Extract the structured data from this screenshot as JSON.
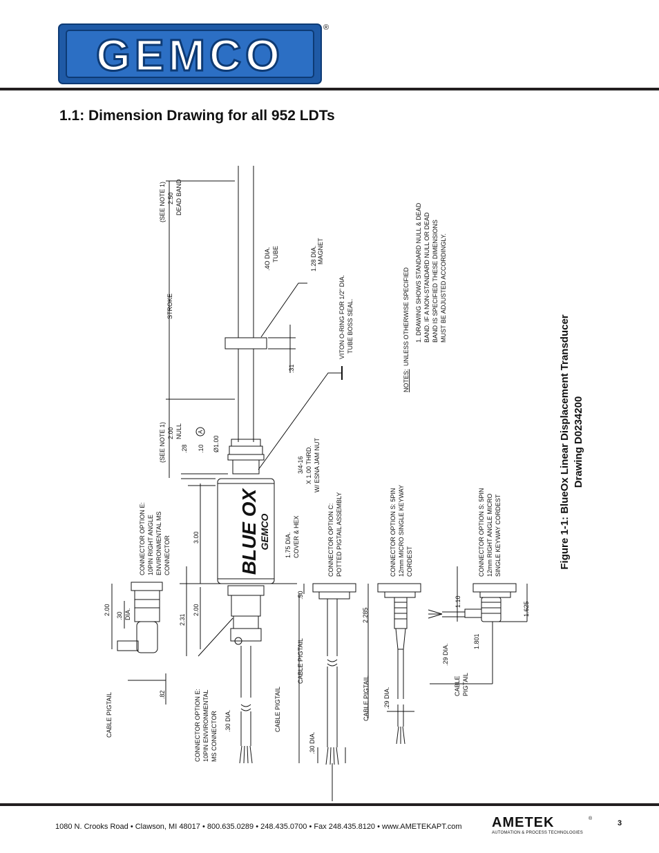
{
  "header": {
    "logo_text": "GEMCO",
    "registered_mark": "®"
  },
  "section_title": "1.1: Dimension Drawing for all 952 LDTs",
  "figure": {
    "caption_line1": "Figure 1-1: BlueOx Linear Displacement Transducer",
    "caption_line2": "Drawing D0234200"
  },
  "drawing": {
    "see_note_top": "(SEE NOTE 1)",
    "dead_band_value": "2.50",
    "dead_band_label": "DEAD BAND",
    "stroke": "STROKE",
    "see_note_null": "(SEE NOTE 1)",
    "null_value": "2.00",
    "null_label": "NULL",
    "dim_28": ".28",
    "dim_10": ".10",
    "dia_100": "Ø1.00",
    "circle_a": "A",
    "tube_dia": ".4O DIA.",
    "tube_label": "TUBE",
    "magnet_dia": "1.28 DIA.",
    "magnet_label": "MAGNET",
    "oring_line1": "VITON O-RING FOR 1/2\" DIA.",
    "oring_line2": "TUBE BOSS SEAL.",
    "dim_31": ".31",
    "thread_line1": "3/4-16",
    "thread_line2": "X 1.00 THRD.",
    "thread_line3": "W/ ESNA JAM NUT",
    "cover_dia": "1.75 DIA.",
    "cover_label": "COVER & HEX",
    "dim_300": "3.00",
    "conn_c_line1": "CONNECTOR OPTION C:",
    "conn_c_line2": "POTTED PIGTAIL ASSEMBLY",
    "conn_e_top_line1": "CONNECTOR OPTION E:",
    "conn_e_top_line2": "10PIN RIGHT ANGLE",
    "conn_e_top_line3": "ENVIRONMENTAL MS",
    "conn_e_top_line4": "CONNECTOR",
    "dim_200a": "2.00",
    "dim_30dia_a": ".30",
    "dim_dia_word": "DIA.",
    "dim_231": "2.31",
    "dim_200b": "2.00",
    "dim_82": ".82",
    "cable_pigtail": "CABLE PIGTAIL",
    "conn_e_bot_line1": "CONNECTOR OPTION E:",
    "conn_e_bot_line2": "10PIN ENVIRONMENTAL",
    "conn_e_bot_line3": "MS CONNECTOR",
    "dim_30dia_b": ".30 DIA.",
    "dim_50": ".50",
    "dim_30dia_c": ".30 DIA.",
    "conn_s1_line1": "CONNECTOR OPTION S: 5PIN",
    "conn_s1_line2": "12mm MICRO SINGLE KEYWAY",
    "conn_s1_line3": "CORDEST",
    "dim_2285": "2.285",
    "dim_29dia_a": ".29 DIA.",
    "conn_s2_line1": "CONNECTOR OPTION S: 5PIN",
    "conn_s2_line2": "12mm RIGHT ANGLE MICRO",
    "conn_s2_line3": "SINGLE KEYWAY CORDEST",
    "dim_110": "1.10",
    "dim_1801": "1.801",
    "dim_1625": "1.625",
    "dim_29dia_b": ".29 DIA.",
    "cable_word": "CABLE",
    "pigtail_word": "PIGTAIL",
    "notes_head": "NOTES:",
    "notes_unless": "UNLESS OTHERWISE SPECIFIED",
    "note1_line1": "1. DRAWING SHOWS STANDARD NULL & DEAD",
    "note1_line2": "BAND.  IF A NON-STANDARD NULL OR DEAD",
    "note1_line3": "BAND IS SPECIFIED THESE DIMENSIONS",
    "note1_line4": "MUST BE ADJUSTED ACCORDINGLY.",
    "housing_brand": "BLUE OX",
    "housing_logo": "GEMCO"
  },
  "footer": {
    "address": "1080 N. Crooks Road • Clawson, MI 48017 • 800.635.0289 • 248.435.0700 • Fax 248.435.8120 • www.AMETEKAPT.com",
    "page_number": "3",
    "brand": "AMETEK",
    "brand_reg": "®",
    "brand_sub": "AUTOMATION & PROCESS TECHNOLOGIES"
  }
}
